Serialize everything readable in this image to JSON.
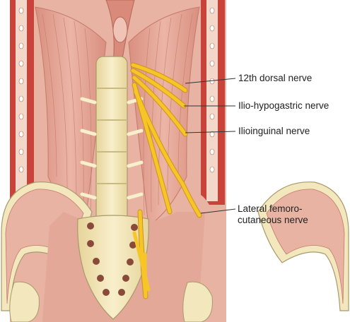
{
  "labels": {
    "dorsal_12th": "12th dorsal nerve",
    "ilio_hypogastric": "Ilio-hypogastric nerve",
    "ilioinguinal": "Ilioinguinal nerve",
    "lateral_femoro_line1": "Lateral femoro-",
    "lateral_femoro_line2": "cutaneous nerve"
  },
  "colors": {
    "muscle": "#e6a595",
    "muscle_dark": "#c97e6e",
    "bone": "#f3e7bd",
    "bone_edge": "#a89a6a",
    "nerve": "#f7c528",
    "nerve_edge": "#c9941a",
    "fat_layer": "#c8443a",
    "leader": "#333333"
  }
}
